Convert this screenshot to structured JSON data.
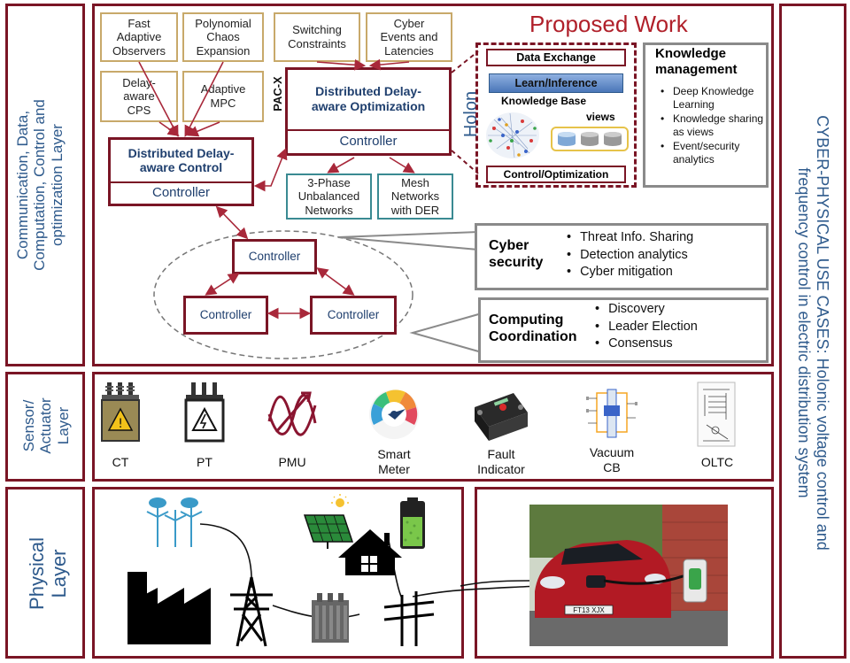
{
  "layers": {
    "communication": "Communication, Data,\nComputation, Control and\noptimization Layer",
    "sensor": "Sensor/\nActuator\nLayer",
    "physical": "Physical\nLayer"
  },
  "use_cases": "CYBER-PHYSICAL USE CASES: Holonic voltage control and\nfrequency control in electric distribution system",
  "proposed_work": "Proposed Work",
  "methods": {
    "fast_adaptive": "Fast\nAdaptive\nObservers",
    "polynomial_chaos": "Polynomial\nChaos\nExpansion",
    "delay_aware_cps": "Delay-\naware\nCPS",
    "adaptive_mpc": "Adaptive\nMPC",
    "switching_constraints": "Switching\nConstraints",
    "cyber_events": "Cyber\nEvents and\nLatencies",
    "three_phase": "3-Phase\nUnbalanced\nNetworks",
    "mesh_networks": "Mesh\nNetworks\nwith DER"
  },
  "control": {
    "distributed_control_title": "Distributed Delay-\naware Control",
    "distributed_control_sub": "Controller",
    "distributed_opt_title": "Distributed Delay-\naware Optimization",
    "distributed_opt_sub": "Controller",
    "pac_x": "PAC-X"
  },
  "holon": {
    "label": "Holon",
    "data_exchange": "Data Exchange",
    "learn_inference": "Learn/Inference",
    "knowledge_base": "Knowledge Base",
    "views": "views",
    "control_opt": "Control/Optimization"
  },
  "knowledge_management": {
    "title": "Knowledge\nmanagement",
    "items": [
      "Deep Knowledge Learning",
      "Knowledge sharing as views",
      "Event/security analytics"
    ]
  },
  "cluster": {
    "top": "Controller",
    "left": "Controller",
    "right": "Controller"
  },
  "cyber_security": {
    "title": "Cyber\nsecurity",
    "items": [
      "Threat Info. Sharing",
      "Detection analytics",
      "Cyber mitigation"
    ]
  },
  "computing_coordination": {
    "title": "Computing\nCoordination",
    "items": [
      "Discovery",
      "Leader Election",
      "Consensus"
    ]
  },
  "sensors": [
    "CT",
    "PT",
    "PMU",
    "Smart\nMeter",
    "Fault\nIndicator",
    "Vacuum\nCB",
    "OLTC"
  ],
  "photo": {
    "plate": "FT13 XJX"
  },
  "colors": {
    "frame": "#7a1525",
    "blue_text": "#2e5a8c",
    "gold": "#c8a96a",
    "teal": "#3a8a92",
    "proposed": "#b0202a"
  }
}
